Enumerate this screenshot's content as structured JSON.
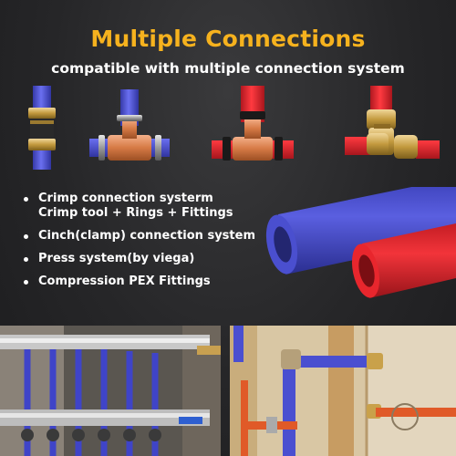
{
  "header": {
    "title": "Multiple Connections",
    "subtitle": "compatible with multiple connection system"
  },
  "bullets": [
    {
      "line1": "Crimp connection systerm",
      "line2": "Crimp tool + Rings + Fittings"
    },
    {
      "line1": "Cinch(clamp) connection system",
      "line2": ""
    },
    {
      "line1": "Press system(by viega)",
      "line2": ""
    },
    {
      "line1": "Compression PEX Fittings",
      "line2": ""
    }
  ],
  "colors": {
    "title": "#f6b21e",
    "pex_blue": "#4a4fd0",
    "pex_red": "#e0242b",
    "copper": "#e08a4a",
    "brass": "#c9a14a",
    "background": "#262628"
  },
  "icons": [
    "brass-coupling-fitting-icon",
    "blue-tee-copper-fitting-icon",
    "red-tee-copper-fitting-icon",
    "brass-push-tee-fitting-icon",
    "blue-pex-tube-icon",
    "red-pex-tube-icon"
  ]
}
